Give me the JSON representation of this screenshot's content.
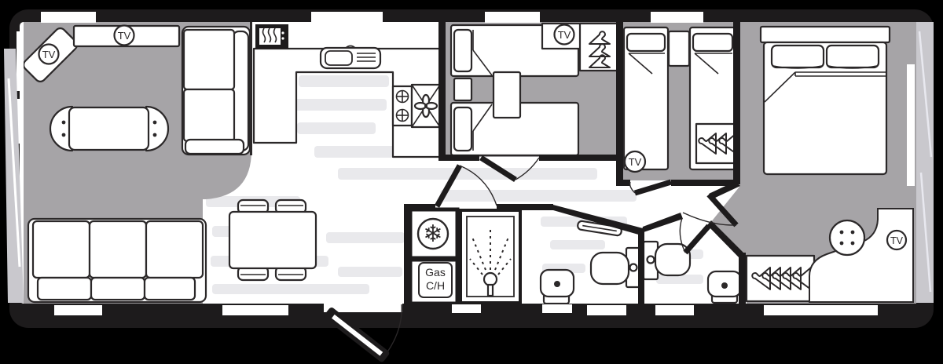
{
  "floorplan": {
    "type": "static-caravan-floor-plan",
    "labels": {
      "tv": "TV",
      "gas_line1": "Gas",
      "gas_line2": "C/H"
    },
    "icons": {
      "freezer_glyph": "❄",
      "tv_points": [
        "lounge-corner",
        "lounge-sideboard",
        "twin-bedroom-1",
        "twin-bedroom-2",
        "master-bedroom"
      ],
      "wardrobe_hanger_icons": [
        "twin-bedroom-1",
        "twin-bedroom-2",
        "master-bedroom"
      ],
      "appliances": [
        "microwave",
        "sink-drainer",
        "cooker-hob",
        "freezer",
        "gas-central-heating",
        "shower",
        "towel-radiator"
      ]
    },
    "colors": {
      "wall": "#1d1b1c",
      "carpet": "#a6a4a7",
      "floor": "#ffffff",
      "floor_streak": "#e9e9ec",
      "end_panel": "#c9c8cd",
      "outline": "#2b2829",
      "background": "#000000"
    }
  }
}
